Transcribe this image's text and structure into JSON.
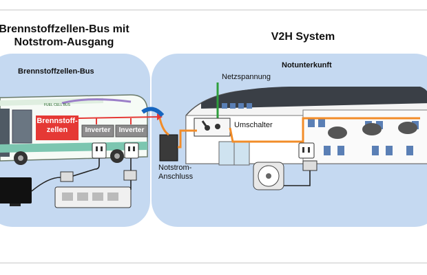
{
  "titles": {
    "left_line1": "Brennstoffzellen-Bus mit",
    "left_line2": "Notstrom-Ausgang",
    "right": "V2H System"
  },
  "left_panel": {
    "heading": "Brennstoffzellen-Bus",
    "fuel_cell_line1": "Brennstoff-",
    "fuel_cell_line2": "zellen",
    "inverter_1": "Inverter",
    "inverter_2": "Inverter",
    "bus_sign": "FUEL CELL BUS"
  },
  "middle": {
    "connector_line1": "Notstrom-",
    "connector_line2": "Anschluss"
  },
  "right_panel": {
    "heading": "Notunterkunft",
    "grid": "Netzspannung",
    "switch": "Umschalter"
  },
  "colors": {
    "panel": "#c5d9f1",
    "cable": "#f28c28",
    "grid_line": "#2e9e3c",
    "fuel_cell": "#e53935",
    "inverter": "#8c8c8c"
  }
}
